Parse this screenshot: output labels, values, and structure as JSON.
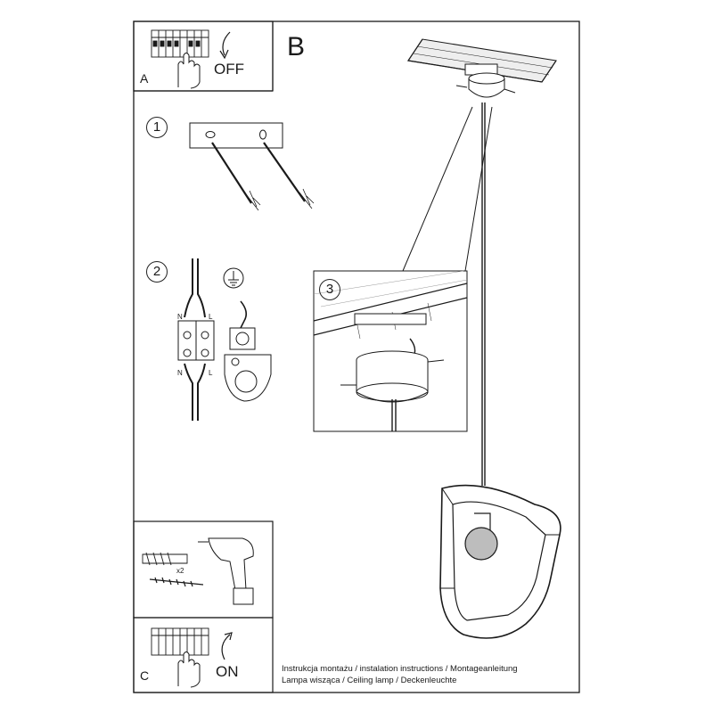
{
  "panels": {
    "a": {
      "letter": "A",
      "switch_label": "OFF"
    },
    "b": {
      "letter": "B"
    },
    "c": {
      "letter": "C",
      "switch_label": "ON"
    }
  },
  "steps": {
    "step1": "1",
    "step2": "2",
    "step3": "3"
  },
  "terminal_labels": {
    "n_top": "N",
    "l_top": "L",
    "n_bottom": "N",
    "l_bottom": "L"
  },
  "fixings": {
    "quantity": "x2"
  },
  "caption": {
    "line1": "Instrukcja montażu / instalation instructions / Montageanleitung",
    "line2": "Lampa wisząca / Ceiling lamp  / Deckenleuchte"
  },
  "colors": {
    "line": "#1a1a1a",
    "bulb": "#bdbdbd",
    "tile": "#e6e6e6"
  }
}
